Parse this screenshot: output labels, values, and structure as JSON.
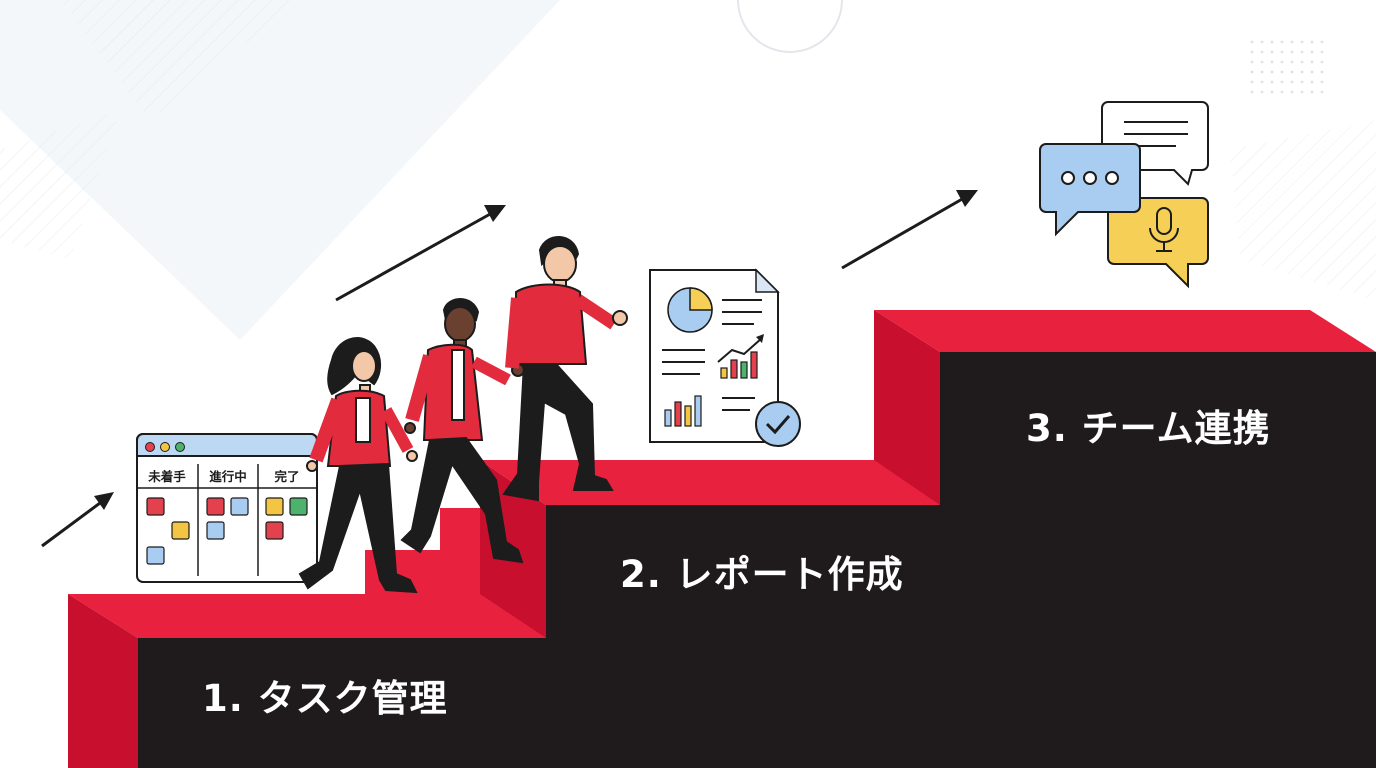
{
  "steps": [
    {
      "label": "1. タスク管理"
    },
    {
      "label": "2. レポート作成"
    },
    {
      "label": "3. チーム連携"
    }
  ],
  "kanban": {
    "columns": [
      "未着手",
      "進行中",
      "完了"
    ]
  },
  "colors": {
    "stair_top": "#e8213f",
    "stair_side": "#c8102e",
    "stair_face": "#1f1a1b",
    "jacket": "#e22b3d",
    "bubble_blue": "#a9cdf0",
    "bubble_yellow": "#f6cf56",
    "outline": "#1c1c1c"
  },
  "icons": [
    "kanban-board-icon",
    "report-document-icon",
    "chat-bubbles-icon",
    "microphone-icon",
    "check-circle-icon",
    "arrow-up-right-icon"
  ]
}
